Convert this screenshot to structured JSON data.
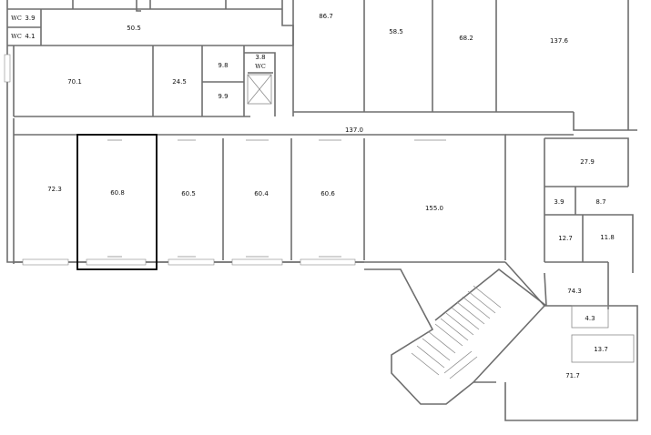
{
  "floor_plan": {
    "selected_room": "60.8",
    "rooms": [
      {
        "area": "3.9"
      },
      {
        "area": "4.1"
      },
      {
        "area": "50.5"
      },
      {
        "area": "86.7"
      },
      {
        "area": "58.5"
      },
      {
        "area": "68.2"
      },
      {
        "area": "137.6"
      },
      {
        "area": "70.1"
      },
      {
        "area": "24.5"
      },
      {
        "area": "9.8"
      },
      {
        "area": "9.9"
      },
      {
        "area": "3.8"
      },
      {
        "area": "137.0"
      },
      {
        "area": "72.3"
      },
      {
        "area": "60.8"
      },
      {
        "area": "60.5"
      },
      {
        "area": "60.4"
      },
      {
        "area": "60.6"
      },
      {
        "area": "155.0"
      },
      {
        "area": "27.9"
      },
      {
        "area": "3.9"
      },
      {
        "area": "8.7"
      },
      {
        "area": "12.7"
      },
      {
        "area": "11.8"
      },
      {
        "area": "74.3"
      },
      {
        "area": "4.3"
      },
      {
        "area": "13.7"
      },
      {
        "area": "71.7"
      }
    ],
    "wc_labels": [
      {
        "text": "WC"
      },
      {
        "text": "WC"
      },
      {
        "text": "WC"
      }
    ]
  }
}
